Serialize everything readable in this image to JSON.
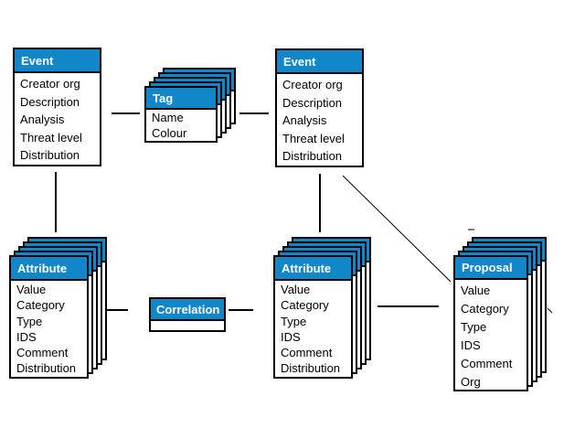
{
  "diagram": {
    "colors": {
      "header_bg": "#1187ca",
      "header_text": "#ffffff",
      "border": "#000000",
      "line": "#000000",
      "body_bg": "#ffffff"
    },
    "entities": [
      {
        "id": "event-left",
        "title": "Event",
        "stacked": false,
        "fields": [
          "Creator org",
          "Description",
          "Analysis",
          "Threat level",
          "Distribution"
        ]
      },
      {
        "id": "tag",
        "title": "Tag",
        "stacked": true,
        "fields": [
          "Name",
          "Colour"
        ]
      },
      {
        "id": "event-right",
        "title": "Event",
        "stacked": false,
        "fields": [
          "Creator org",
          "Description",
          "Analysis",
          "Threat level",
          "Distribution"
        ]
      },
      {
        "id": "attribute-left",
        "title": "Attribute",
        "stacked": true,
        "fields": [
          "Value",
          "Category",
          "Type",
          "IDS",
          "Comment",
          "Distribution"
        ]
      },
      {
        "id": "correlation",
        "title": "Correlation",
        "stacked": false,
        "fields": []
      },
      {
        "id": "attribute-middle",
        "title": "Attribute",
        "stacked": true,
        "fields": [
          "Value",
          "Category",
          "Type",
          "IDS",
          "Comment",
          "Distribution"
        ]
      },
      {
        "id": "proposal",
        "title": "Proposal",
        "stacked": true,
        "fields": [
          "Value",
          "Category",
          "Type",
          "IDS",
          "Comment",
          "Org"
        ]
      }
    ],
    "connections": [
      {
        "from": "event-left",
        "to": "tag"
      },
      {
        "from": "tag",
        "to": "event-right"
      },
      {
        "from": "event-left",
        "to": "attribute-left"
      },
      {
        "from": "event-right",
        "to": "attribute-middle"
      },
      {
        "from": "event-right",
        "to": "proposal"
      },
      {
        "from": "attribute-left",
        "to": "correlation"
      },
      {
        "from": "correlation",
        "to": "attribute-middle"
      },
      {
        "from": "attribute-middle",
        "to": "proposal"
      }
    ]
  }
}
